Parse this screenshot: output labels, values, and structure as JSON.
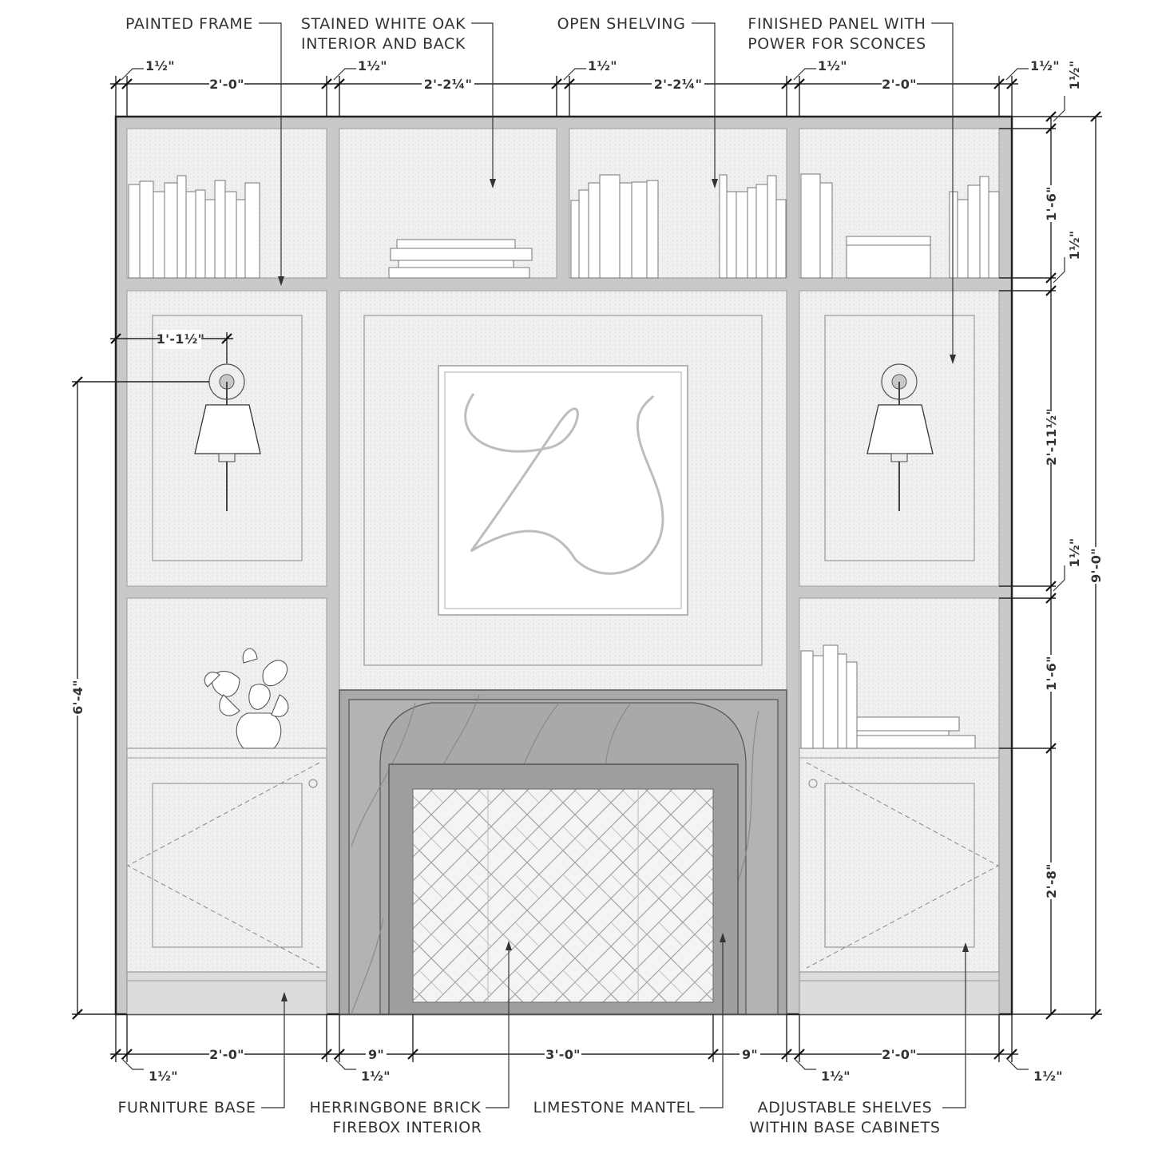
{
  "callouts": {
    "painted_frame": "PAINTED FRAME",
    "stained_oak_1": "STAINED WHITE OAK",
    "stained_oak_2": "INTERIOR AND BACK",
    "open_shelving": "OPEN SHELVING",
    "finished_panel_1": "FINISHED PANEL WITH",
    "finished_panel_2": "POWER FOR SCONCES",
    "furniture_base": "FURNITURE BASE",
    "firebox_1": "HERRINGBONE BRICK",
    "firebox_2": "FIREBOX INTERIOR",
    "limestone_mantel": "LIMESTONE MANTEL",
    "adjustable_1": "ADJUSTABLE SHELVES",
    "adjustable_2": "WITHIN BASE CABINETS"
  },
  "dimensions": {
    "half": "1½\"",
    "two_ft": "2'-0\"",
    "two_ft_quarter": "2'-2¼\"",
    "nine_in": "9\"",
    "three_ft": "3'-0\"",
    "one_six": "1'-6\"",
    "two_eleven_half": "2'-11½\"",
    "two_eight": "2'-8\"",
    "nine_ft": "9'-0\"",
    "six_four": "6'-4\"",
    "sconce_offset": "1'-1½\""
  },
  "colors": {
    "frame": "#c9c9c9",
    "oak": "#eeeeee",
    "mantel": "#a9a9a9",
    "firebox": "#f2f2f2",
    "base": "#dcdcdc"
  }
}
